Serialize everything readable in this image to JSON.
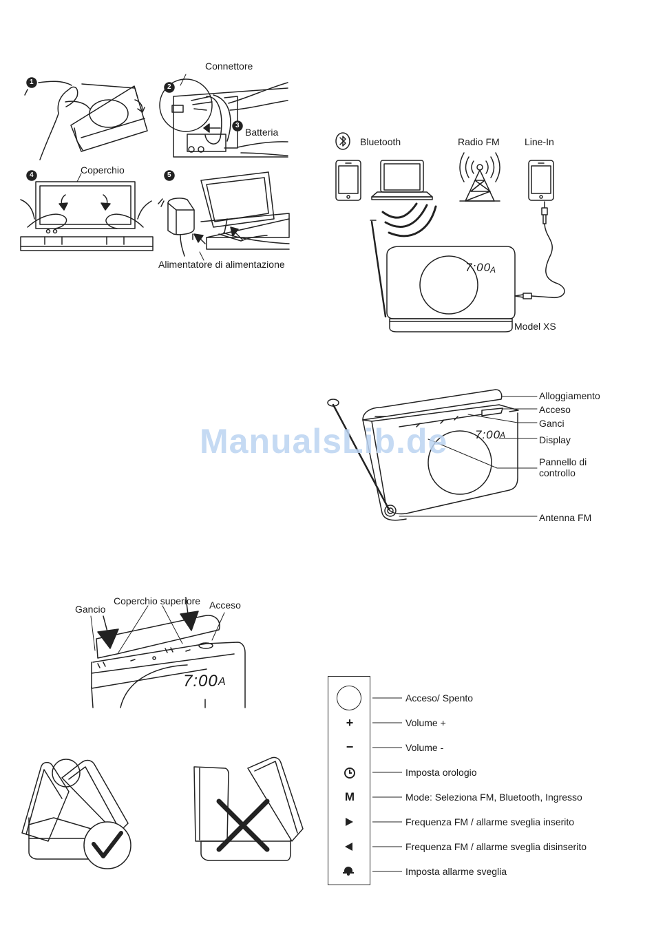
{
  "watermark": "ManualsLib.de",
  "battery_section": {
    "steps": [
      "1",
      "2",
      "3",
      "4",
      "5"
    ],
    "connector_label": "Connettore",
    "battery_label": "Batteria",
    "cover_label": "Coperchio",
    "adapter_label": "Alimentatore di alimentazione"
  },
  "sources": {
    "bluetooth_label": "Bluetooth",
    "fm_label": "Radio FM",
    "linein_label": "Line-In",
    "model_label": "Model XS",
    "display_time": "7:00",
    "display_suffix": "A"
  },
  "radio_parts": {
    "housing": "Alloggiamento",
    "power": "Acceso",
    "hooks": "Ganci",
    "display": "Display",
    "control_panel_1": "Pannello di",
    "control_panel_2": "controllo",
    "antenna": "Antenna FM",
    "display_time": "7:00",
    "display_suffix": "A"
  },
  "top_cover": {
    "hook": "Gancio",
    "cover": "Coperchio superiore",
    "power": "Acceso",
    "display_time": "7:00",
    "display_suffix": "A"
  },
  "controls": {
    "symbols": [
      "+",
      "−",
      "M"
    ],
    "items": [
      {
        "icon": "power-icon",
        "label": "Acceso/ Spento"
      },
      {
        "icon": "plus-icon",
        "label": "Volume +"
      },
      {
        "icon": "minus-icon",
        "label": "Volume -"
      },
      {
        "icon": "clock-icon",
        "label": "Imposta orologio"
      },
      {
        "icon": "mode-icon",
        "label": "Mode: Seleziona FM, Bluetooth, Ingresso"
      },
      {
        "icon": "play-right-icon",
        "label": "Frequenza FM  / allarme sveglia inserito"
      },
      {
        "icon": "play-left-icon",
        "label": "Frequenza FM / allarme sveglia disinserito"
      },
      {
        "icon": "bell-icon",
        "label": "Imposta allarme sveglia"
      }
    ]
  }
}
